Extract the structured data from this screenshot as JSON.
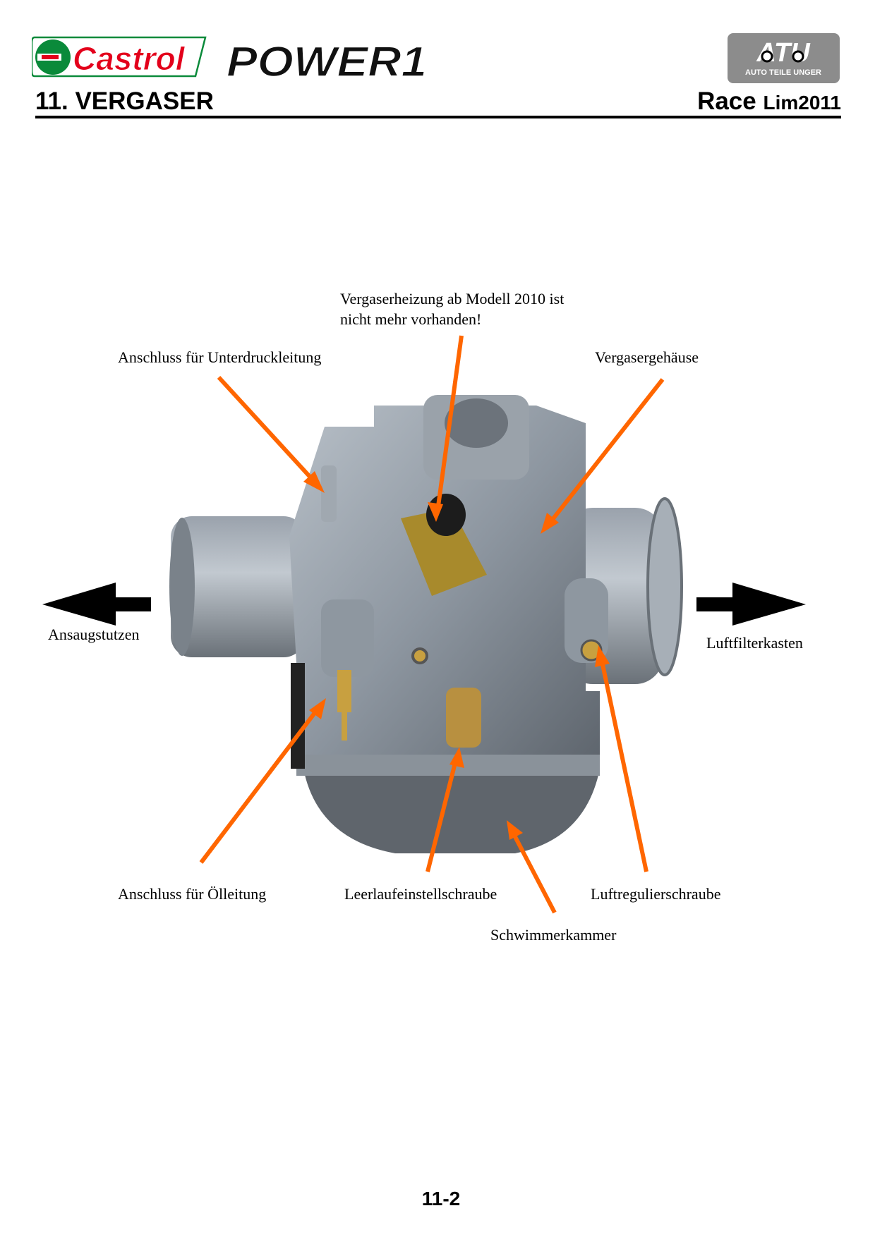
{
  "header": {
    "logo_castrol": "Castrol",
    "logo_power": "POWER1",
    "logo_atu": "ATU",
    "logo_atu_sub": "AUTO TEILE UNGER",
    "section_title": "11. VERGASER",
    "race_label": "Race",
    "edition_label": "Lim2011"
  },
  "figure": {
    "labels": {
      "heating_line1": "Vergaserheizung ab Modell 2010 ist",
      "heating_line2": "nicht mehr vorhanden!",
      "vacuum": "Anschluss für Unterdruckleitung",
      "housing": "Vergasergehäuse",
      "intake": "Ansaugstutzen",
      "airbox": "Luftfilterkasten",
      "oil": "Anschluss für Ölleitung",
      "idle_screw": "Leerlaufeinstellschraube",
      "air_screw": "Luftregulierschraube",
      "float_chamber": "Schwimmerkammer"
    },
    "arrow_color": "#ff6600"
  },
  "footer": {
    "page_number": "11-2"
  },
  "colors": {
    "castrol_green": "#0a8a3a",
    "castrol_red": "#e3001b",
    "atu_grey": "#8c8c8c"
  }
}
